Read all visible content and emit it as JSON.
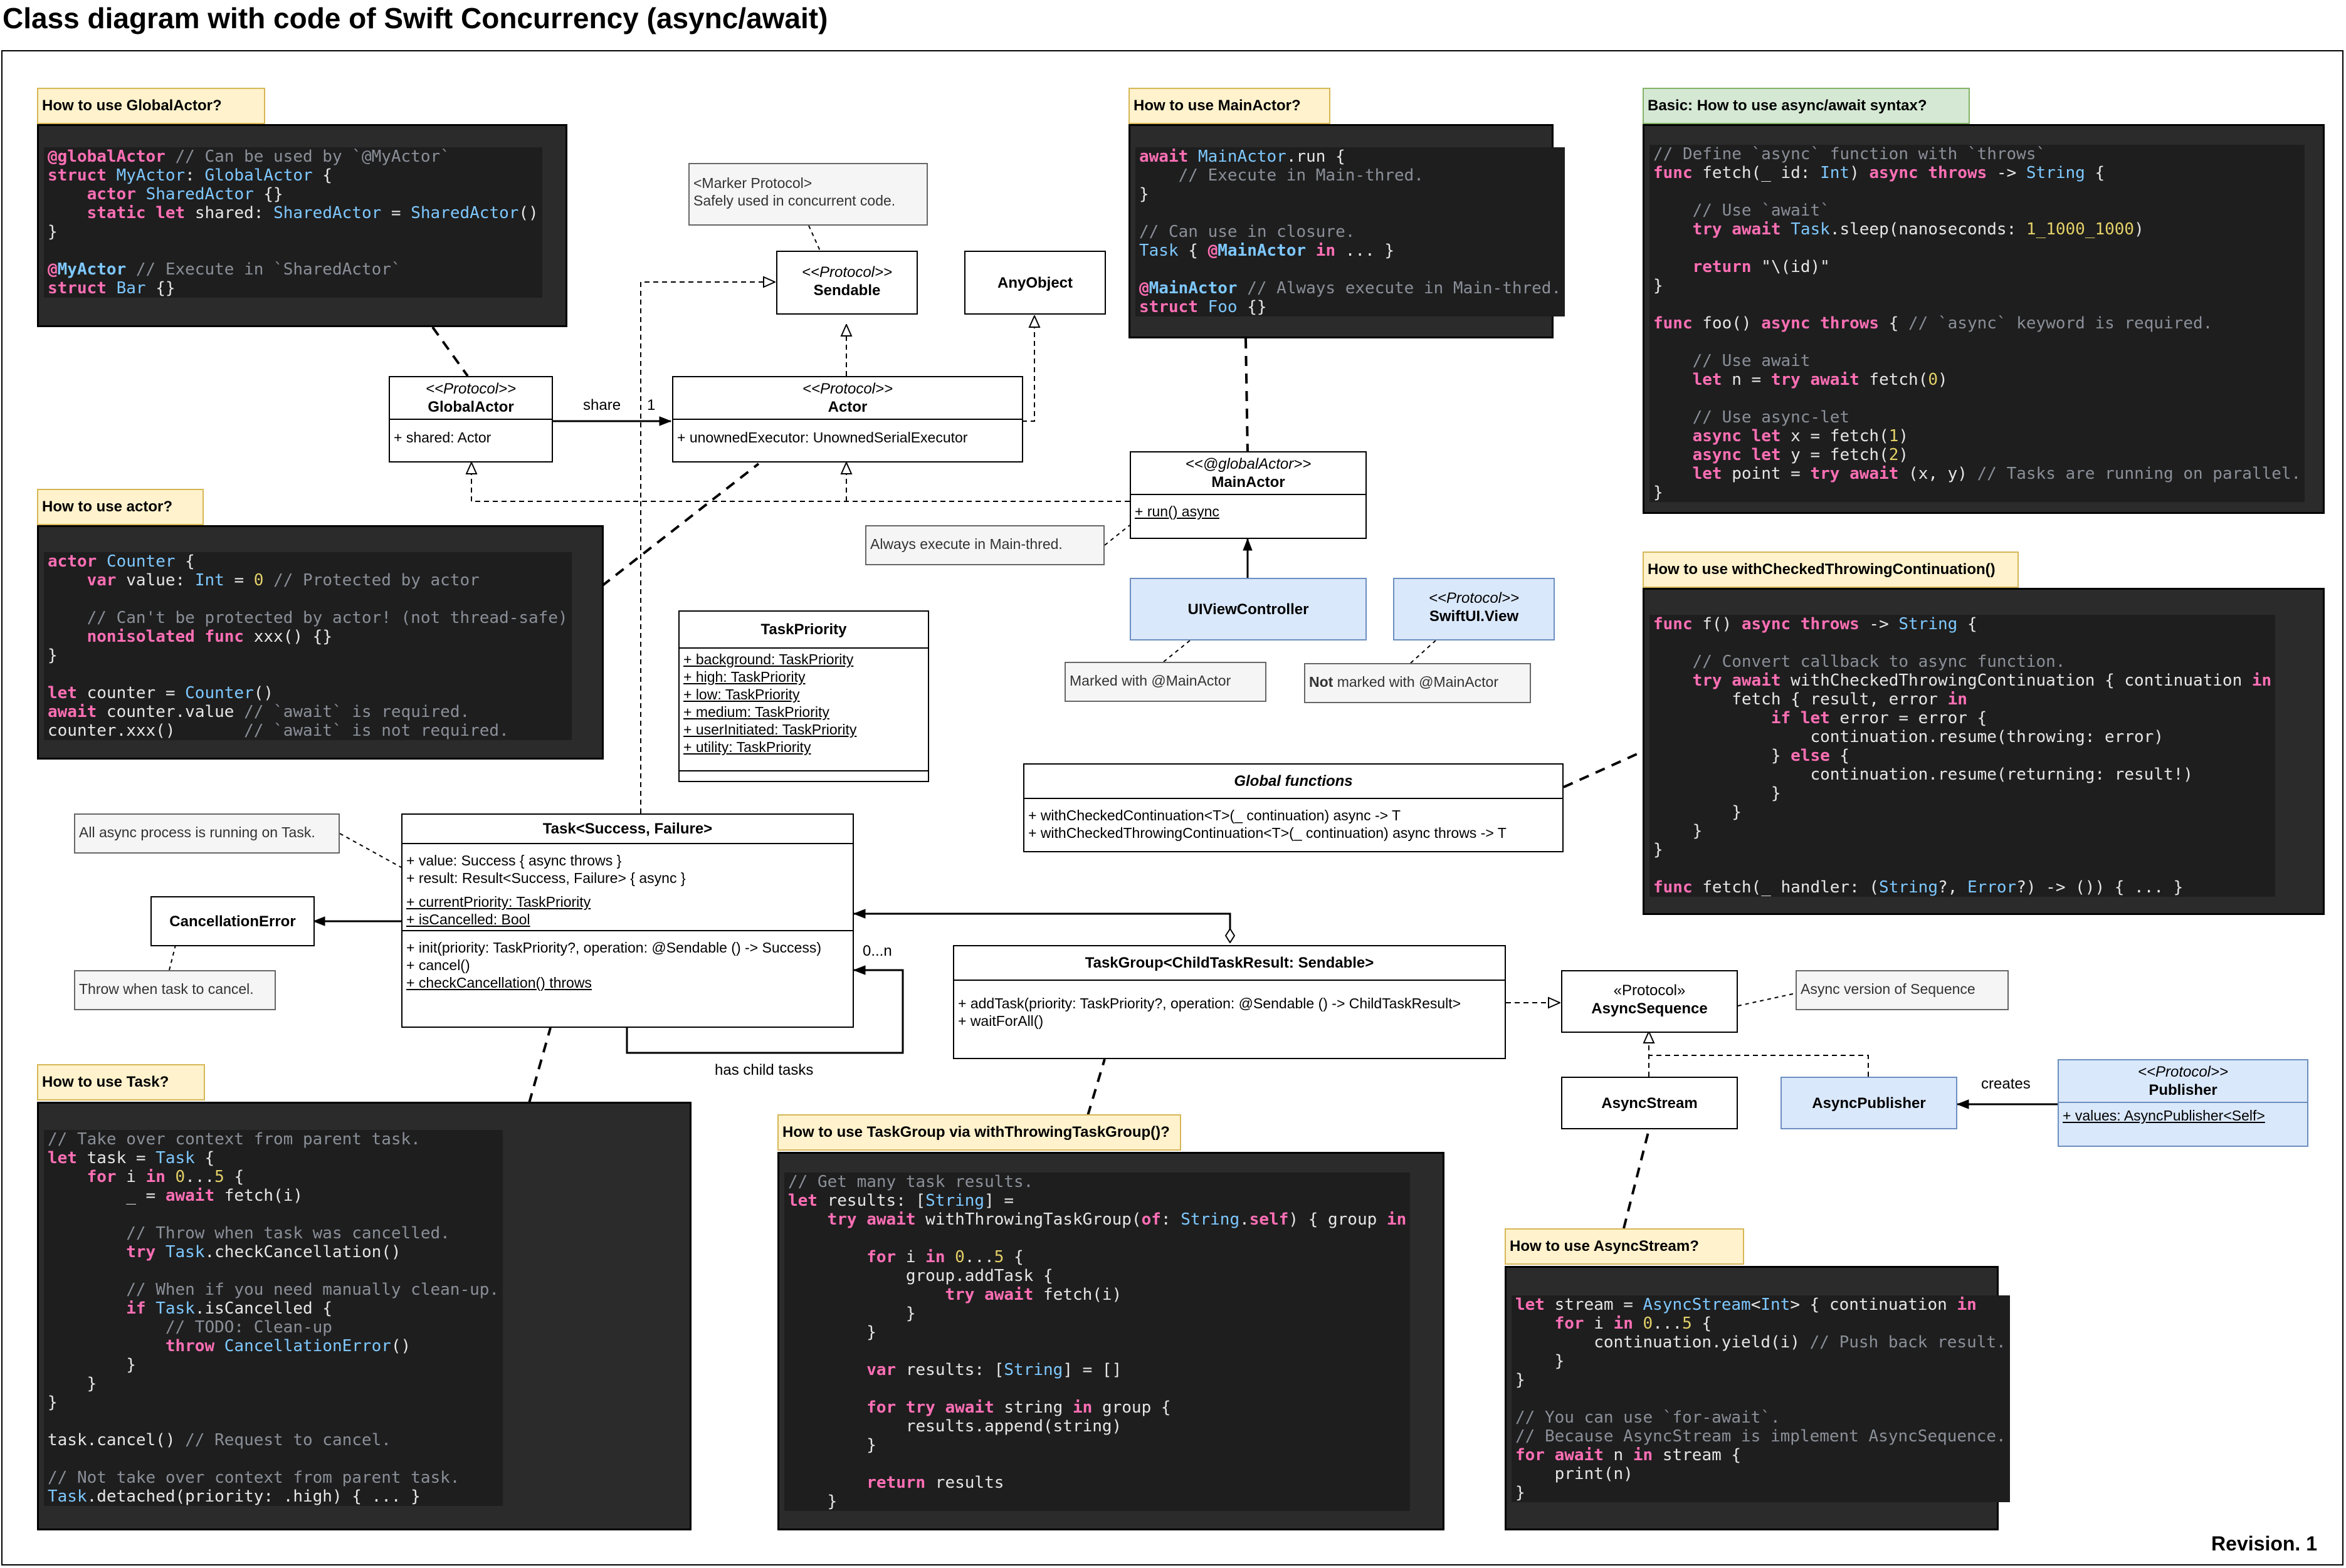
{
  "title": "Class diagram with code of Swift Concurrency (async/await)",
  "revision": "Revision. 1",
  "colors": {
    "code_bg": "#1e1e1e",
    "note_bg": "#f5f5f5",
    "header_yellow": "#fff2cc",
    "header_green": "#d5e8d4",
    "class_blue": "#dae8fc"
  },
  "headers": {
    "global_actor": "How to use GlobalActor?",
    "main_actor": "How to use MainActor?",
    "basic": "Basic: How to use async/await syntax?",
    "actor": "How to use actor?",
    "checked": "How to use withCheckedThrowingContinuation()",
    "task": "How to use Task?",
    "task_group": "How to use TaskGroup via withThrowingTaskGroup()?",
    "async_stream": "How to use AsyncStream?"
  },
  "code": {
    "global_actor": "@globalActor // Can be used by `@MyActor`\nstruct MyActor: GlobalActor {\n    actor SharedActor {}\n    static let shared: SharedActor = SharedActor()\n}\n\n@MyActor // Execute in `SharedActor`\nstruct Bar {}",
    "main_actor": "await MainActor.run {\n    // Execute in Main-thred.\n}\n\n// Can use in closure.\nTask { @MainActor in ... }\n\n@MainActor // Always execute in Main-thred.\nstruct Foo {}",
    "basic": "// Define `async` function with `throws`\nfunc fetch(_ id: Int) async throws -> String {\n\n    // Use `await`\n    try await Task.sleep(nanoseconds: 1_1000_1000)\n\n    return \"\\(id)\"\n}\n\nfunc foo() async throws { // `async` keyword is required.\n\n    // Use await\n    let n = try await fetch(0)\n\n    // Use async-let\n    async let x = fetch(1)\n    async let y = fetch(2)\n    let point = try await (x, y) // Tasks are running on parallel.\n}",
    "actor": "actor Counter {\n    var value: Int = 0 // Protected by actor\n\n    // Can't be protected by actor! (not thread-safe)\n    nonisolated func xxx() {}\n}\n\nlet counter = Counter()\nawait counter.value // `await` is required.\ncounter.xxx()       // `await` is not required.",
    "checked": "func f() async throws -> String {\n\n    // Convert callback to async function.\n    try await withCheckedThrowingContinuation { continuation in\n        fetch { result, error in\n            if let error = error {\n                continuation.resume(throwing: error)\n            } else {\n                continuation.resume(returning: result!)\n            }\n        }\n    }\n}\n\nfunc fetch(_ handler: (String?, Error?) -> ()) { ... }",
    "task": "// Take over context from parent task.\nlet task = Task {\n    for i in 0...5 {\n        _ = await fetch(i)\n\n        // Throw when task was cancelled.\n        try Task.checkCancellation()\n\n        // When if you need manually clean-up.\n        if Task.isCancelled {\n            // TODO: Clean-up\n            throw CancellationError()\n        }\n    }\n}\n\ntask.cancel() // Request to cancel.\n\n// Not take over context from parent task.\nTask.detached(priority: .high) { ... }",
    "task_group": "// Get many task results.\nlet results: [String] =\n    try await withThrowingTaskGroup(of: String.self) { group in\n\n        for i in 0...5 {\n            group.addTask {\n                try await fetch(i)\n            }\n        }\n\n        var results: [String] = []\n\n        for try await string in group {\n            results.append(string)\n        }\n\n        return results\n    }",
    "async_stream": "let stream = AsyncStream<Int> { continuation in\n    for i in 0...5 {\n        continuation.yield(i) // Push back result.\n    }\n}\n\n// You can use `for-await`.\n// Because AsyncStream is implement AsyncSequence.\nfor await n in stream {\n    print(n)\n}"
  },
  "classes": {
    "sendable": {
      "stereotype": "<<Protocol>>",
      "name": "Sendable"
    },
    "any_object": {
      "name": "AnyObject"
    },
    "global_actor": {
      "stereotype": "<<Protocol>>",
      "name": "GlobalActor",
      "members": [
        "+ shared: Actor"
      ]
    },
    "actor": {
      "stereotype": "<<Protocol>>",
      "name": "Actor",
      "members": [
        "+ unownedExecutor: UnownedSerialExecutor"
      ]
    },
    "main_actor": {
      "stereotype": "<<@globalActor>>",
      "name": "MainActor",
      "static_members": [
        "+ run() async"
      ]
    },
    "ui_view_controller": {
      "name": "UIViewController"
    },
    "swiftui_view": {
      "stereotype": "<<Protocol>>",
      "name": "SwiftUI.View"
    },
    "task_priority": {
      "name": "TaskPriority",
      "static_members": [
        "+ background: TaskPriority",
        "+ high: TaskPriority",
        "+ low: TaskPriority",
        "+ medium: TaskPriority",
        "+ userInitiated: TaskPriority",
        "+ utility: TaskPriority"
      ]
    },
    "global_functions": {
      "name": "Global functions",
      "members": [
        "+ withCheckedContinuation<T>(_ continuation) async -> T",
        "+ withCheckedThrowingContinuation<T>(_ continuation) async throws -> T"
      ]
    },
    "task": {
      "name": "Task<Success, Failure>",
      "members": [
        "+ value: Success { async throws }",
        "+ result: Result<Success, Failure> { async }"
      ],
      "static_members": [
        "+ currentPriority: TaskPriority",
        "+ isCancelled: Bool"
      ],
      "methods": [
        "+ init(priority: TaskPriority?, operation: @Sendable () -> Success)",
        "+ cancel()"
      ],
      "static_methods": [
        "+ checkCancellation() throws"
      ]
    },
    "cancellation_error": {
      "name": "CancellationError"
    },
    "task_group": {
      "name": "TaskGroup<ChildTaskResult: Sendable>",
      "members": [
        "+ addTask(priority: TaskPriority?, operation: @Sendable () -> ChildTaskResult>",
        "+ waitForAll()"
      ]
    },
    "async_sequence": {
      "stereotype": "«Protocol»",
      "name": "AsyncSequence"
    },
    "async_stream": {
      "name": "AsyncStream"
    },
    "async_publisher": {
      "name": "AsyncPublisher"
    },
    "publisher": {
      "stereotype": "<<Protocol>>",
      "name": "Publisher",
      "static_members": [
        "+ values: AsyncPublisher<Self>"
      ]
    }
  },
  "notes": {
    "marker_protocol": [
      "<Marker Protocol>",
      "Safely used in concurrent code."
    ],
    "main_thread": "Always execute in Main-thred.",
    "marked_main_actor": "Marked with @MainActor",
    "not_marked_bold": "Not",
    "not_marked_rest": " marked with @MainActor",
    "async_on_task": "All async process is running on Task.",
    "throw_cancel": "Throw when task to cancel.",
    "async_sequence": "Async version of Sequence"
  },
  "labels": {
    "share": "share",
    "one": "1",
    "zero_n": "0...n",
    "has_child": "has child tasks",
    "creates": "creates"
  }
}
